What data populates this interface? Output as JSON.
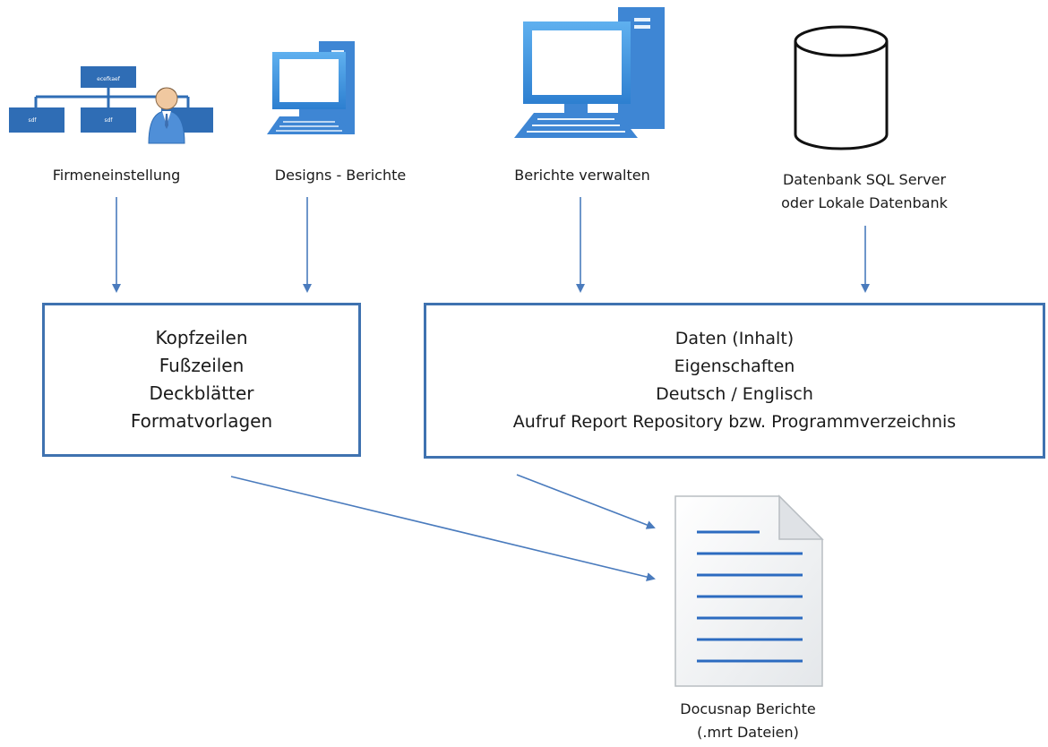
{
  "sources": [
    {
      "label": "Firmeneinstellung",
      "icon": "org-chart-user-icon"
    },
    {
      "label": "Designs - Berichte",
      "icon": "desktop-computer-icon"
    },
    {
      "label": "Berichte verwalten",
      "icon": "desktop-computer-icon"
    },
    {
      "label_line1": "Datenbank SQL Server",
      "label_line2": "oder Lokale Datenbank",
      "icon": "database-icon"
    }
  ],
  "org_chart_text": {
    "top": "ecefkaef",
    "left": "sdf",
    "middle": "sdf"
  },
  "left_box": {
    "lines": [
      "Kopfzeilen",
      "Fußzeilen",
      "Deckblätter",
      "Formatvorlagen"
    ]
  },
  "right_box": {
    "lines": [
      "Daten (Inhalt)",
      "Eigenschaften",
      "Deutsch / Englisch",
      "Aufruf Report Repository bzw. Programmverzeichnis"
    ]
  },
  "output": {
    "line1": "Docusnap Berichte",
    "line2": "(.mrt Dateien)",
    "icon": "document-icon"
  },
  "colors": {
    "accent": "#3f72b0",
    "icon_blue": "#3a86d6",
    "arrow": "#4a7bbd"
  }
}
